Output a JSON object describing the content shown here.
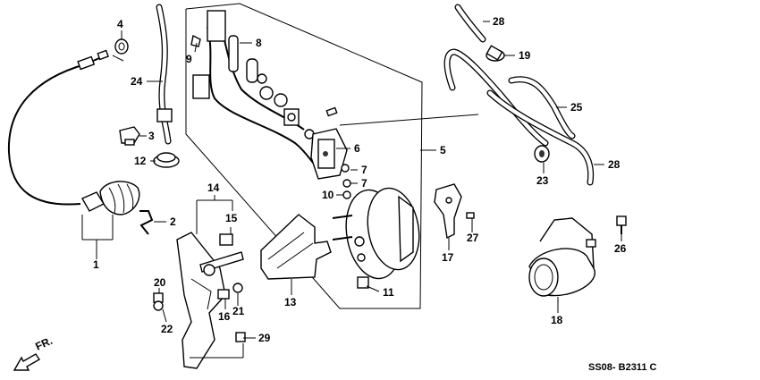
{
  "diagram": {
    "labels": [
      "1",
      "2",
      "3",
      "4",
      "5",
      "6",
      "7",
      "7",
      "8",
      "9",
      "10",
      "11",
      "12",
      "13",
      "14",
      "15",
      "16",
      "17",
      "18",
      "19",
      "20",
      "21",
      "22",
      "23",
      "24",
      "25",
      "26",
      "27",
      "28",
      "28",
      "29"
    ],
    "front_arrow": "FR.",
    "diagram_code": "SS08- B2311 C"
  }
}
